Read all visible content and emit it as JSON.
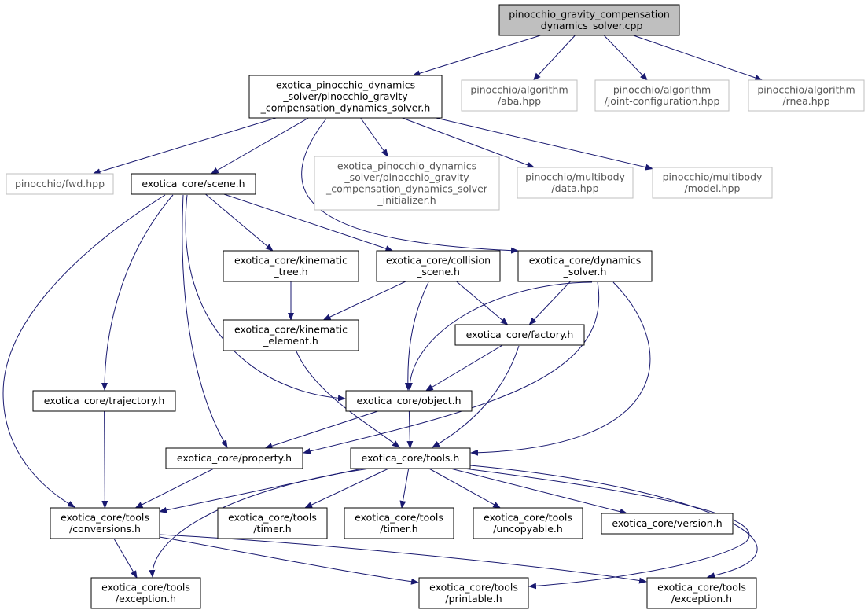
{
  "colors": {
    "edge": "#191970",
    "root_fill": "#bfbfbf",
    "root_stroke": "#000000",
    "node_fill": "#ffffff",
    "node_stroke": "#000000",
    "external_stroke": "#bfbfbf",
    "external_text": "#555555"
  },
  "nodes": [
    {
      "id": "root",
      "kind": "root",
      "lines": [
        "pinocchio_gravity_compensation",
        "_dynamics_solver.cpp"
      ]
    },
    {
      "id": "main_h",
      "kind": "internal",
      "lines": [
        "exotica_pinocchio_dynamics",
        "_solver/pinocchio_gravity",
        "_compensation_dynamics_solver.h"
      ]
    },
    {
      "id": "aba",
      "kind": "external",
      "lines": [
        "pinocchio/algorithm",
        "/aba.hpp"
      ]
    },
    {
      "id": "jointcfg",
      "kind": "external",
      "lines": [
        "pinocchio/algorithm",
        "/joint-configuration.hpp"
      ]
    },
    {
      "id": "rnea",
      "kind": "external",
      "lines": [
        "pinocchio/algorithm",
        "/rnea.hpp"
      ]
    },
    {
      "id": "fwd",
      "kind": "external",
      "lines": [
        "pinocchio/fwd.hpp"
      ]
    },
    {
      "id": "scene",
      "kind": "internal",
      "lines": [
        "exotica_core/scene.h"
      ]
    },
    {
      "id": "init_h",
      "kind": "external",
      "lines": [
        "exotica_pinocchio_dynamics",
        "_solver/pinocchio_gravity",
        "_compensation_dynamics_solver",
        "_initializer.h"
      ]
    },
    {
      "id": "mb_data",
      "kind": "external",
      "lines": [
        "pinocchio/multibody",
        "/data.hpp"
      ]
    },
    {
      "id": "mb_model",
      "kind": "external",
      "lines": [
        "pinocchio/multibody",
        "/model.hpp"
      ]
    },
    {
      "id": "kin_tree",
      "kind": "internal",
      "lines": [
        "exotica_core/kinematic",
        "_tree.h"
      ]
    },
    {
      "id": "coll_scene",
      "kind": "internal",
      "lines": [
        "exotica_core/collision",
        "_scene.h"
      ]
    },
    {
      "id": "dyn_solver",
      "kind": "internal",
      "lines": [
        "exotica_core/dynamics",
        "_solver.h"
      ]
    },
    {
      "id": "kin_elem",
      "kind": "internal",
      "lines": [
        "exotica_core/kinematic",
        "_element.h"
      ]
    },
    {
      "id": "factory",
      "kind": "internal",
      "lines": [
        "exotica_core/factory.h"
      ]
    },
    {
      "id": "trajectory",
      "kind": "internal",
      "lines": [
        "exotica_core/trajectory.h"
      ]
    },
    {
      "id": "object",
      "kind": "internal",
      "lines": [
        "exotica_core/object.h"
      ]
    },
    {
      "id": "property",
      "kind": "internal",
      "lines": [
        "exotica_core/property.h"
      ]
    },
    {
      "id": "tools",
      "kind": "internal",
      "lines": [
        "exotica_core/tools.h"
      ]
    },
    {
      "id": "conversions",
      "kind": "internal",
      "lines": [
        "exotica_core/tools",
        "/conversions.h"
      ]
    },
    {
      "id": "timer1",
      "kind": "internal",
      "lines": [
        "exotica_core/tools",
        "/timer.h"
      ]
    },
    {
      "id": "timer2",
      "kind": "internal",
      "lines": [
        "exotica_core/tools",
        "/timer.h"
      ]
    },
    {
      "id": "uncopyable",
      "kind": "internal",
      "lines": [
        "exotica_core/tools",
        "/uncopyable.h"
      ]
    },
    {
      "id": "version",
      "kind": "internal",
      "lines": [
        "exotica_core/version.h"
      ]
    },
    {
      "id": "exception1",
      "kind": "internal",
      "lines": [
        "exotica_core/tools",
        "/exception.h"
      ]
    },
    {
      "id": "printable",
      "kind": "internal",
      "lines": [
        "exotica_core/tools",
        "/printable.h"
      ]
    },
    {
      "id": "exception2",
      "kind": "internal",
      "lines": [
        "exotica_core/tools",
        "/exception.h"
      ]
    }
  ],
  "edges": [
    [
      "root",
      "main_h"
    ],
    [
      "root",
      "aba"
    ],
    [
      "root",
      "jointcfg"
    ],
    [
      "root",
      "rnea"
    ],
    [
      "main_h",
      "fwd"
    ],
    [
      "main_h",
      "scene"
    ],
    [
      "main_h",
      "init_h"
    ],
    [
      "main_h",
      "mb_data"
    ],
    [
      "main_h",
      "mb_model"
    ],
    [
      "main_h",
      "dyn_solver"
    ],
    [
      "scene",
      "kin_tree"
    ],
    [
      "scene",
      "coll_scene"
    ],
    [
      "scene",
      "trajectory"
    ],
    [
      "scene",
      "object"
    ],
    [
      "scene",
      "property"
    ],
    [
      "scene",
      "conversions"
    ],
    [
      "kin_tree",
      "kin_elem"
    ],
    [
      "coll_scene",
      "kin_elem"
    ],
    [
      "coll_scene",
      "factory"
    ],
    [
      "coll_scene",
      "object"
    ],
    [
      "dyn_solver",
      "factory"
    ],
    [
      "dyn_solver",
      "object"
    ],
    [
      "dyn_solver",
      "property"
    ],
    [
      "dyn_solver",
      "tools"
    ],
    [
      "kin_elem",
      "tools"
    ],
    [
      "factory",
      "object"
    ],
    [
      "factory",
      "tools"
    ],
    [
      "trajectory",
      "conversions"
    ],
    [
      "object",
      "property"
    ],
    [
      "object",
      "tools"
    ],
    [
      "property",
      "conversions"
    ],
    [
      "tools",
      "conversions"
    ],
    [
      "tools",
      "timer1"
    ],
    [
      "tools",
      "timer2"
    ],
    [
      "tools",
      "uncopyable"
    ],
    [
      "tools",
      "version"
    ],
    [
      "tools",
      "exception1"
    ],
    [
      "tools",
      "printable"
    ],
    [
      "tools",
      "exception2"
    ],
    [
      "conversions",
      "exception1"
    ],
    [
      "conversions",
      "printable"
    ],
    [
      "conversions",
      "exception2"
    ]
  ]
}
